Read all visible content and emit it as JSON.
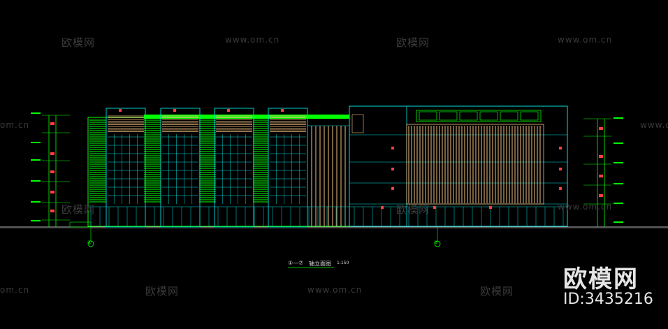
{
  "drawing": {
    "title_left": "①—⑦",
    "title_main": "轴立面图",
    "scale": "1:150",
    "axis_left": "①",
    "axis_right": "⑦"
  },
  "watermarks": {
    "brand_cn": "欧模网",
    "url": "www.om.cn",
    "url_partial": "om.cn",
    "id_label": "ID:3435216"
  },
  "colors": {
    "background": "#000000",
    "outline": "#00ff00",
    "structure": "#00e0e0",
    "accent": "#ff4040",
    "louver": "#f0c080"
  }
}
